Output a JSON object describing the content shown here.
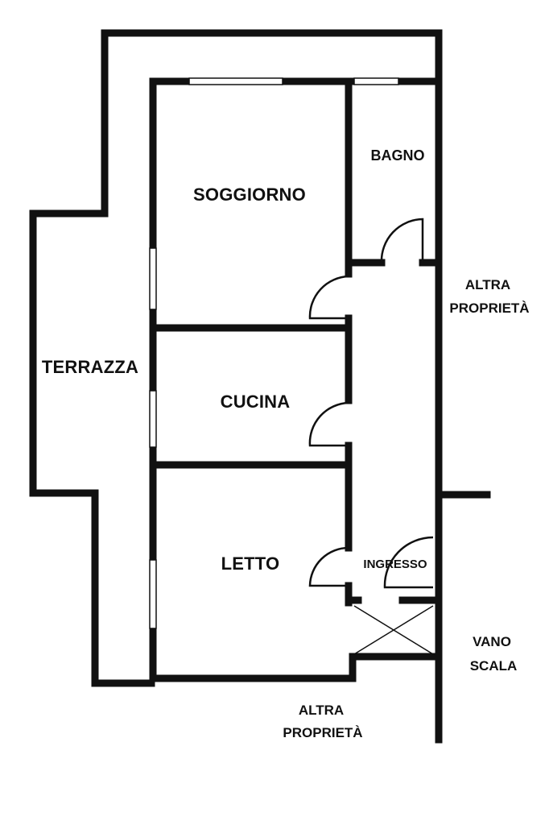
{
  "rooms": {
    "living": "SOGGIORNO",
    "bath": "BAGNO",
    "terrace": "TERRAZZA",
    "kitchen": "CUCINA",
    "bedroom": "LETTO",
    "entrance": "INGRESSO"
  },
  "outside": {
    "other_property_right_1": "ALTRA",
    "other_property_right_2": "PROPRIETÀ",
    "stairwell_1": "VANO",
    "stairwell_2": "SCALA",
    "other_property_bottom_1": "ALTRA",
    "other_property_bottom_2": "PROPRIETÀ"
  },
  "colors": {
    "wall": "#111111",
    "background": "#ffffff"
  }
}
